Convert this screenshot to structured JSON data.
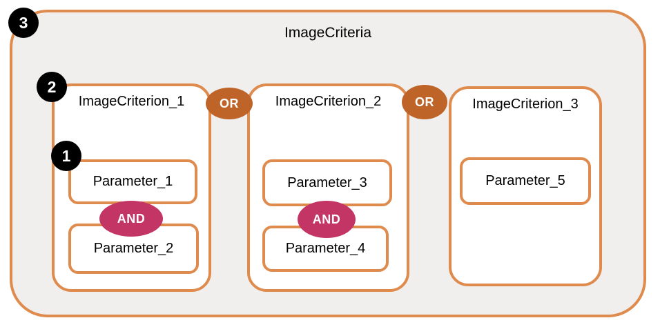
{
  "colors": {
    "outline": "#DE8B4D",
    "or_fill": "#BE6429",
    "and_fill": "#C33564",
    "group_background": "#F0EFEE",
    "box_background": "#FFFFFF",
    "badge_background": "#000000",
    "text": "#000000"
  },
  "diagram": {
    "title": "ImageCriteria",
    "or_label": "OR",
    "and_label": "AND",
    "badges": {
      "one": "1",
      "two": "2",
      "three": "3"
    },
    "criteria": [
      {
        "label": "ImageCriterion_1",
        "parameters": [
          "Parameter_1",
          "Parameter_2"
        ]
      },
      {
        "label": "ImageCriterion_2",
        "parameters": [
          "Parameter_3",
          "Parameter_4"
        ]
      },
      {
        "label": "ImageCriterion_3",
        "parameters": [
          "Parameter_5"
        ]
      }
    ]
  }
}
